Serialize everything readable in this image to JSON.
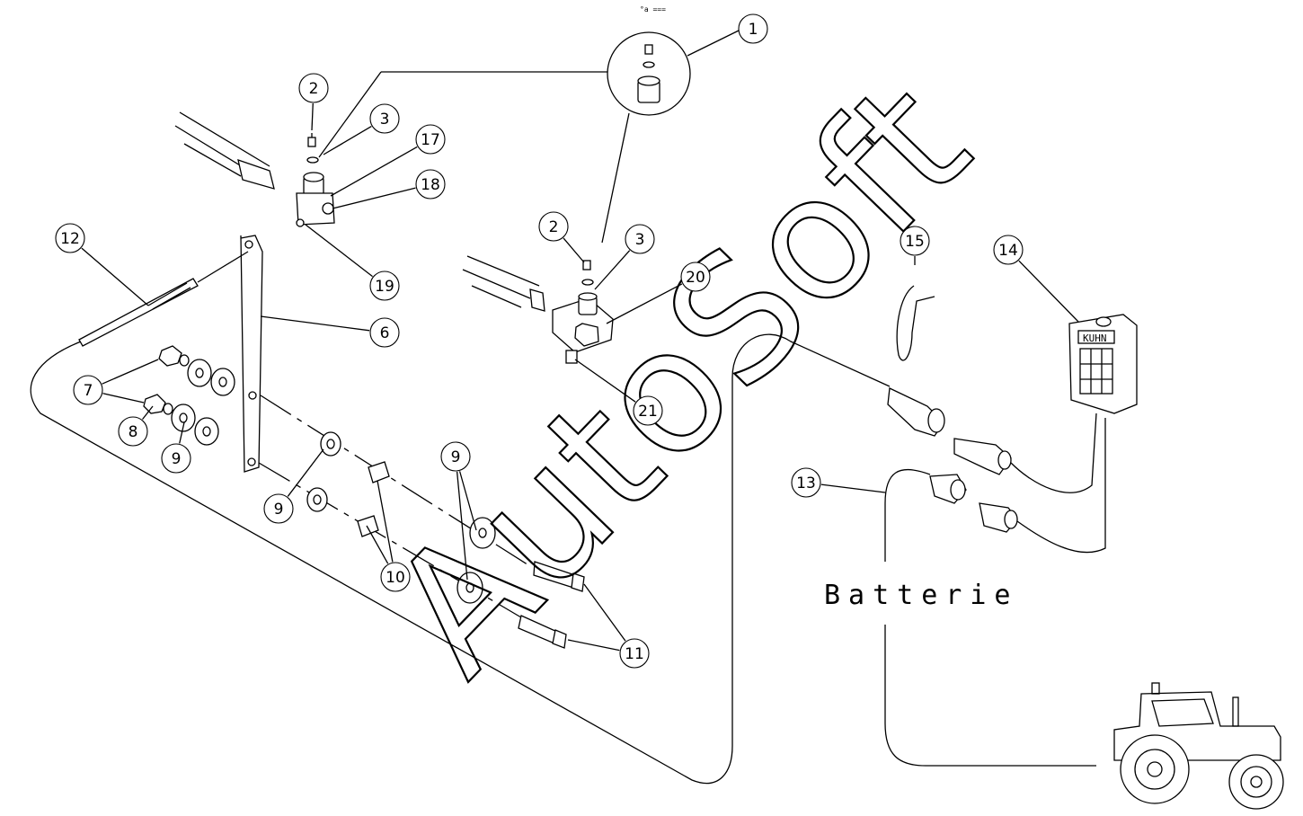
{
  "header": {
    "code": "°a ==="
  },
  "label_battery": "Batterie",
  "watermark": "AutoSoft",
  "device_brand": "KUHN",
  "callouts": [
    {
      "id": "c1",
      "label": "1"
    },
    {
      "id": "c2a",
      "label": "2"
    },
    {
      "id": "c3a",
      "label": "3"
    },
    {
      "id": "c17",
      "label": "17"
    },
    {
      "id": "c18",
      "label": "18"
    },
    {
      "id": "c19",
      "label": "19"
    },
    {
      "id": "c12",
      "label": "12"
    },
    {
      "id": "c6",
      "label": "6"
    },
    {
      "id": "c7",
      "label": "7"
    },
    {
      "id": "c8",
      "label": "8"
    },
    {
      "id": "c9a",
      "label": "9"
    },
    {
      "id": "c9b",
      "label": "9"
    },
    {
      "id": "c9c",
      "label": "9"
    },
    {
      "id": "c10",
      "label": "10"
    },
    {
      "id": "c11",
      "label": "11"
    },
    {
      "id": "c2b",
      "label": "2"
    },
    {
      "id": "c3b",
      "label": "3"
    },
    {
      "id": "c20",
      "label": "20"
    },
    {
      "id": "c21",
      "label": "21"
    },
    {
      "id": "c15",
      "label": "15"
    },
    {
      "id": "c14",
      "label": "14"
    },
    {
      "id": "c13",
      "label": "13"
    }
  ]
}
